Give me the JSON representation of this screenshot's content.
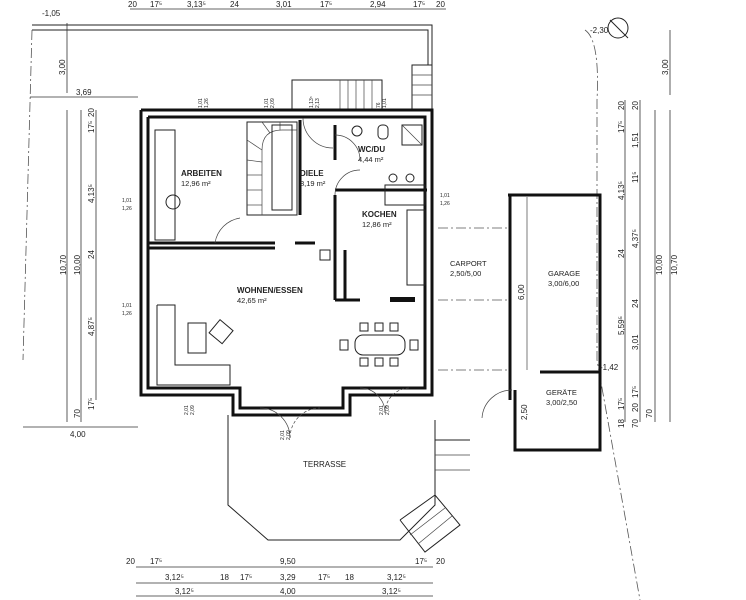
{
  "rooms": {
    "arbeiten": {
      "name": "ARBEITEN",
      "area": "12,96 m²"
    },
    "diele": {
      "name": "DIELE",
      "area": "8,19 m²"
    },
    "wc": {
      "name": "WC/DU",
      "area": "4,44 m²"
    },
    "kochen": {
      "name": "KOCHEN",
      "area": "12,86 m²"
    },
    "wohnen": {
      "name": "WOHNEN/ESSEN",
      "area": "42,65 m²"
    },
    "carport": {
      "name": "CARPORT",
      "size": "2,50/5,00"
    },
    "garage": {
      "name": "GARAGE",
      "size": "3,00/6,00"
    },
    "geraete": {
      "name": "GERÄTE",
      "size": "3,00/2,50"
    },
    "terrasse": {
      "name": "TERRASSE"
    }
  },
  "elevations": {
    "top_left": "-1,05",
    "top_right": "-2,30",
    "garage": "-1,42"
  },
  "dims_top": [
    "20",
    "17⁵",
    "3,13⁵",
    "24",
    "3,01",
    "17⁵",
    "2,94",
    "17⁵",
    "20"
  ],
  "dims_bottom": {
    "row1": [
      "20",
      "17⁵",
      "9,50",
      "17⁵",
      "20"
    ],
    "row2": [
      "3,12⁵",
      "18",
      "17⁵",
      "3,29",
      "17⁵",
      "18",
      "3,12⁵"
    ],
    "row3": [
      "3,12⁵",
      "4,00",
      "3,12⁵"
    ]
  },
  "dims_left": {
    "plot_depth": "3,00",
    "plot_offset": "3,69",
    "bottom_offset": "4,00",
    "total": "10,70",
    "inner": "10,00",
    "chain": [
      "20",
      "17⁵",
      "4,13⁵",
      "24",
      "4,87⁵",
      "17⁵",
      "70"
    ]
  },
  "dims_right": {
    "plot_depth": "3,00",
    "total": "10,70",
    "inner": "10,00",
    "chain1": [
      "20",
      "17⁵",
      "4,13⁵",
      "24",
      "5,59⁵",
      "17⁵",
      "18",
      "70"
    ],
    "chain2": [
      "20",
      "1,51",
      "11⁵",
      "4,37⁵",
      "24",
      "3,01",
      "17⁵",
      "20",
      "70"
    ],
    "bottom_left": "70"
  },
  "garage_dims": {
    "depth": "6,00",
    "geraete_depth": "2,50"
  },
  "window_marks": {
    "w1": [
      "1,01",
      "1,26"
    ],
    "w2": [
      "1,01",
      "2,09"
    ],
    "w3": [
      "1,13⁵",
      "2,13"
    ],
    "w4": [
      "76",
      "1,01"
    ],
    "door": [
      "2,01",
      "2,09"
    ]
  }
}
